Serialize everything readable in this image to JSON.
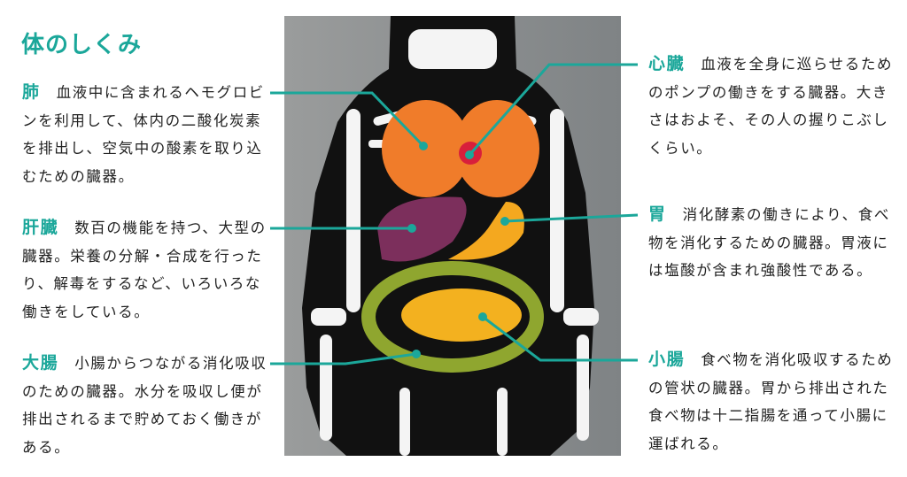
{
  "title": "体のしくみ",
  "left": [
    {
      "name": "肺",
      "text": "血液中に含まれるヘモグロビンを利用して、体内の二酸化炭素を排出し、空気中の酸素を取り込むための臓器。"
    },
    {
      "name": "肝臓",
      "text": "数百の機能を持つ、大型の臓器。栄養の分解・合成を行ったり、解毒をするなど、いろいろな働きをしている。"
    },
    {
      "name": "大腸",
      "text": "小腸からつながる消化吸収のための臓器。水分を吸収し便が排出されるまで貯めておく働きがある。"
    }
  ],
  "right": [
    {
      "name": "心臓",
      "text": "血液を全身に巡らせるためのポンプの働きをする臓器。大きさはおよそ、その人の握りこぶしくらい。"
    },
    {
      "name": "胃",
      "text": "消化酵素の働きにより、食べ物を消化するための臓器。胃液には塩酸が含まれ強酸性である。"
    },
    {
      "name": "小腸",
      "text": "食べ物を消化吸収するための管状の臓器。胃から排出された食べ物は十二指腸を通って小腸に運ばれる。"
    }
  ],
  "colors": {
    "accent": "#1ba79a"
  }
}
